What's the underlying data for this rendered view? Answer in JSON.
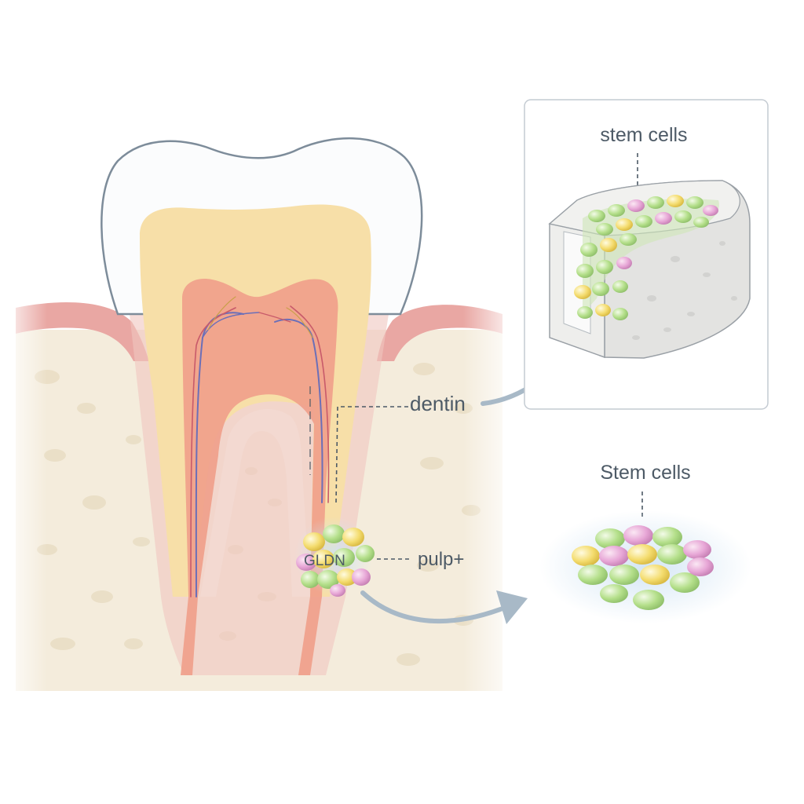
{
  "labels": {
    "inset_top": "stem cells",
    "inset_bottom": "Stem cells",
    "dentin": "dentin",
    "cluster": "GLDN",
    "pulp": "pulp+"
  },
  "colors": {
    "enamel": "#fbfcfd",
    "enamel_stroke": "#7d8c9a",
    "dentin": "#f7dfa8",
    "pulp": "#ef9e8a",
    "gum": "#e9a7a3",
    "bone": "#f4ecdc",
    "label": "#4d5a66",
    "arrow": "#a8b9c7",
    "cell_green": "#b4df8a",
    "cell_pink": "#e7a6d6",
    "cell_yellow": "#f4dc6e"
  }
}
